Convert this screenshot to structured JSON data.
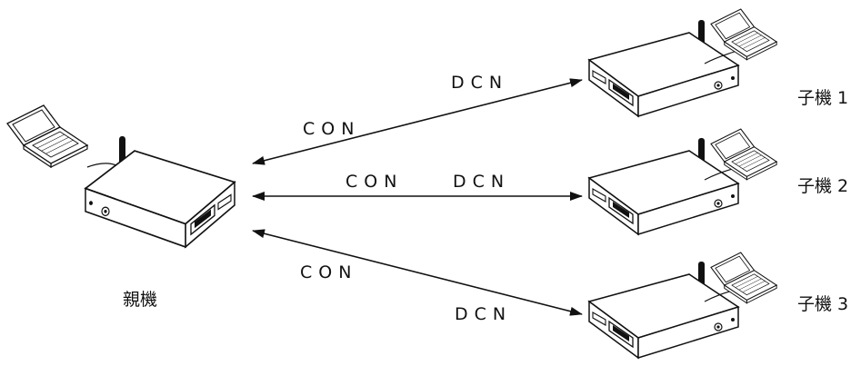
{
  "master": {
    "label": "親機"
  },
  "slaves": [
    {
      "label": "子機 1"
    },
    {
      "label": "子機 2"
    },
    {
      "label": "子機 3"
    }
  ],
  "links": [
    {
      "to": "子機 1",
      "direction": "bidirectional",
      "labels": {
        "con": "CON",
        "dcn": "DCN"
      }
    },
    {
      "to": "子機 2",
      "direction": "bidirectional",
      "labels": {
        "con": "CON",
        "dcn": "DCN"
      }
    },
    {
      "to": "子機 3",
      "direction": "bidirectional",
      "labels": {
        "con": "CON",
        "dcn": "DCN"
      }
    }
  ]
}
